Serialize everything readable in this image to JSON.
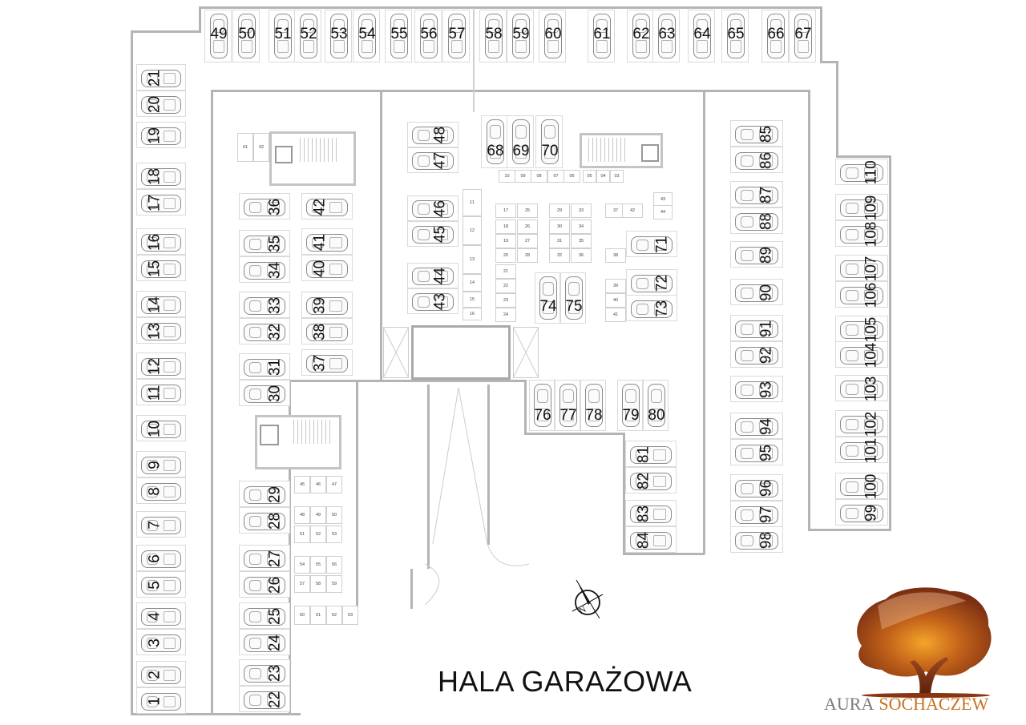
{
  "title": "HALA GARAŻOWA",
  "logo": {
    "word1": "AURA",
    "word2": "SOCHACZEW",
    "icon": "tree-icon",
    "colors": {
      "gray": "#7b7b7b",
      "orange": "#c8721f",
      "brown": "#7a2e12"
    }
  },
  "compass": {
    "label": "N",
    "icon": "north-arrow-icon"
  },
  "parking_spots": {
    "top_row": [
      "49",
      "50",
      "51",
      "52",
      "53",
      "54",
      "55",
      "56",
      "57",
      "58",
      "59",
      "60",
      "61",
      "62",
      "63",
      "64",
      "65",
      "66",
      "67"
    ],
    "left_column": [
      "21",
      "20",
      "19",
      "18",
      "17",
      "16",
      "15",
      "14",
      "13",
      "12",
      "11",
      "10",
      "9",
      "8",
      "7",
      "6",
      "5",
      "4",
      "3",
      "2",
      "1"
    ],
    "inner_left_a": [
      "36",
      "35",
      "34",
      "33",
      "32",
      "31",
      "30",
      "29",
      "28",
      "27",
      "26",
      "25",
      "24",
      "23",
      "22"
    ],
    "inner_left_b": [
      "42",
      "41",
      "40",
      "39",
      "38",
      "37"
    ],
    "center_left": [
      "48",
      "47",
      "46",
      "45",
      "44",
      "43"
    ],
    "center_top": [
      "68",
      "69",
      "70"
    ],
    "center_mid": [
      "74",
      "75"
    ],
    "center_right": [
      "71",
      "72",
      "73"
    ],
    "lower_row": [
      "76",
      "77",
      "78",
      "79",
      "80"
    ],
    "lower_column": [
      "81",
      "82",
      "83",
      "84"
    ],
    "right_inner": [
      "85",
      "86",
      "87",
      "88",
      "89",
      "90",
      "91",
      "92",
      "93",
      "94",
      "95",
      "96",
      "97",
      "98"
    ],
    "right_outer": [
      "110",
      "109",
      "108",
      "107",
      "106",
      "105",
      "104",
      "103",
      "102",
      "101",
      "100",
      "99"
    ]
  },
  "storage_units": {
    "top_block": [
      "10",
      "09",
      "08",
      "07",
      "06",
      "05",
      "04",
      "03"
    ],
    "left_col": [
      "11",
      "12",
      "13",
      "14",
      "15",
      "16"
    ],
    "grid": [
      "17",
      "18",
      "19",
      "20",
      "21",
      "22",
      "23",
      "24",
      "25",
      "26",
      "27",
      "28",
      "29",
      "30",
      "31",
      "32",
      "33",
      "34",
      "35",
      "36",
      "37",
      "38",
      "39",
      "40",
      "41",
      "42",
      "43",
      "44"
    ],
    "small_room": [
      "01",
      "02"
    ],
    "lower_grid": [
      "45",
      "46",
      "47",
      "48",
      "49",
      "50",
      "51",
      "52",
      "53",
      "54",
      "55",
      "56",
      "57",
      "58",
      "59",
      "60",
      "61",
      "62",
      "63"
    ]
  }
}
